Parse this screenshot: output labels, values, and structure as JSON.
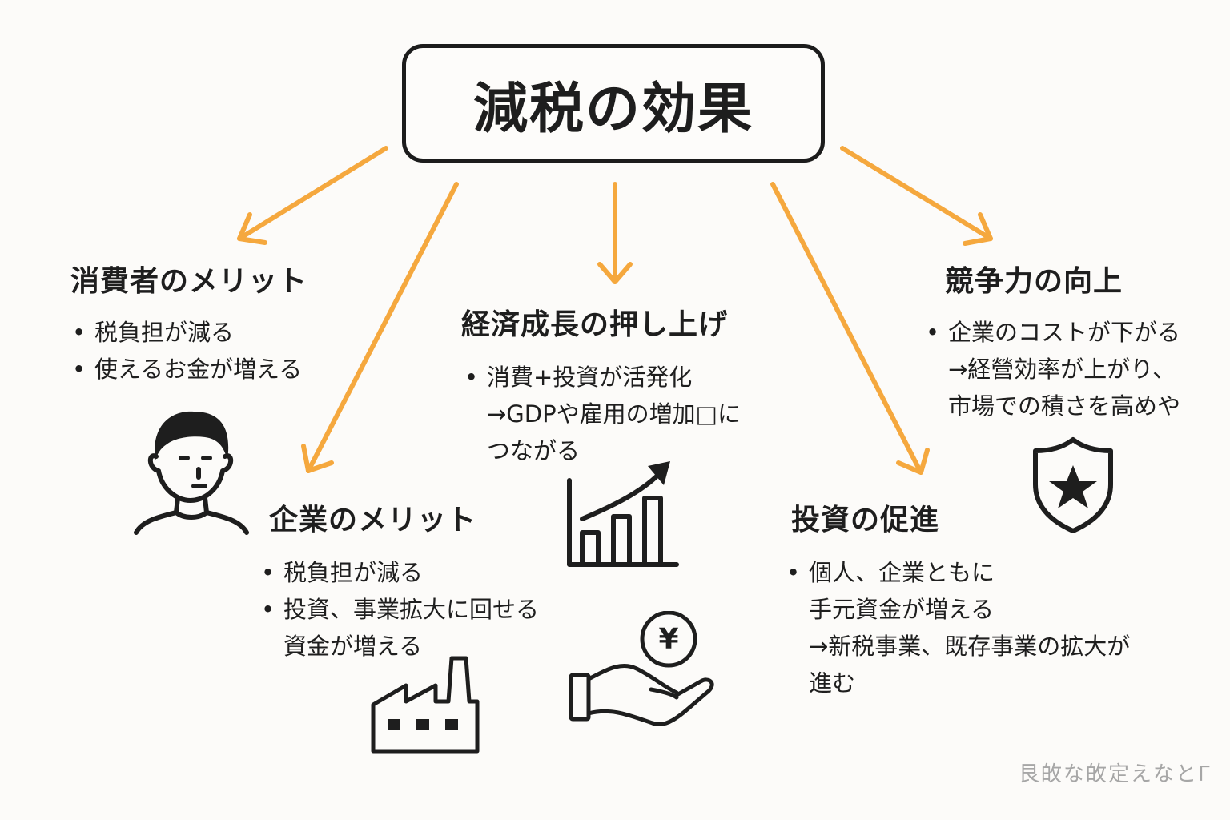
{
  "title": "減税の効果",
  "colors": {
    "arrow": "#F5A83E",
    "text": "#1e1e1e",
    "background": "#fcfbf9",
    "footer": "#a6a6a6"
  },
  "sections": {
    "consumer": {
      "heading": "消費者のメリット",
      "lines": [
        "税負担が減る",
        "使えるお金が増える"
      ],
      "icon": "person-icon"
    },
    "business": {
      "heading": "企業のメリット",
      "lines": [
        "税負担が減る",
        "投資、事業拡大に回せる",
        "資金が増える"
      ],
      "icons": [
        "factory-icon",
        "yen-hand-icon"
      ]
    },
    "growth": {
      "heading": "経済成長の押し上げ",
      "lines": [
        "消費+投資が活発化",
        "→GDPや雇用の増加□に",
        "つながる"
      ],
      "icon": "growth-chart-icon"
    },
    "investment": {
      "heading": "投資の促進",
      "lines": [
        "個人、企業ともに",
        "手元資金が増える",
        "→新税事業、既存事業の拡大が",
        "進む"
      ]
    },
    "competitiveness": {
      "heading": "競争力の向上",
      "lines": [
        "企業のコストが下がる",
        "→経營効率が上がり、",
        "市場での積さを高めや"
      ],
      "icon": "shield-star-icon"
    }
  },
  "footer_note": "艮敀な敀定えなとΓ"
}
